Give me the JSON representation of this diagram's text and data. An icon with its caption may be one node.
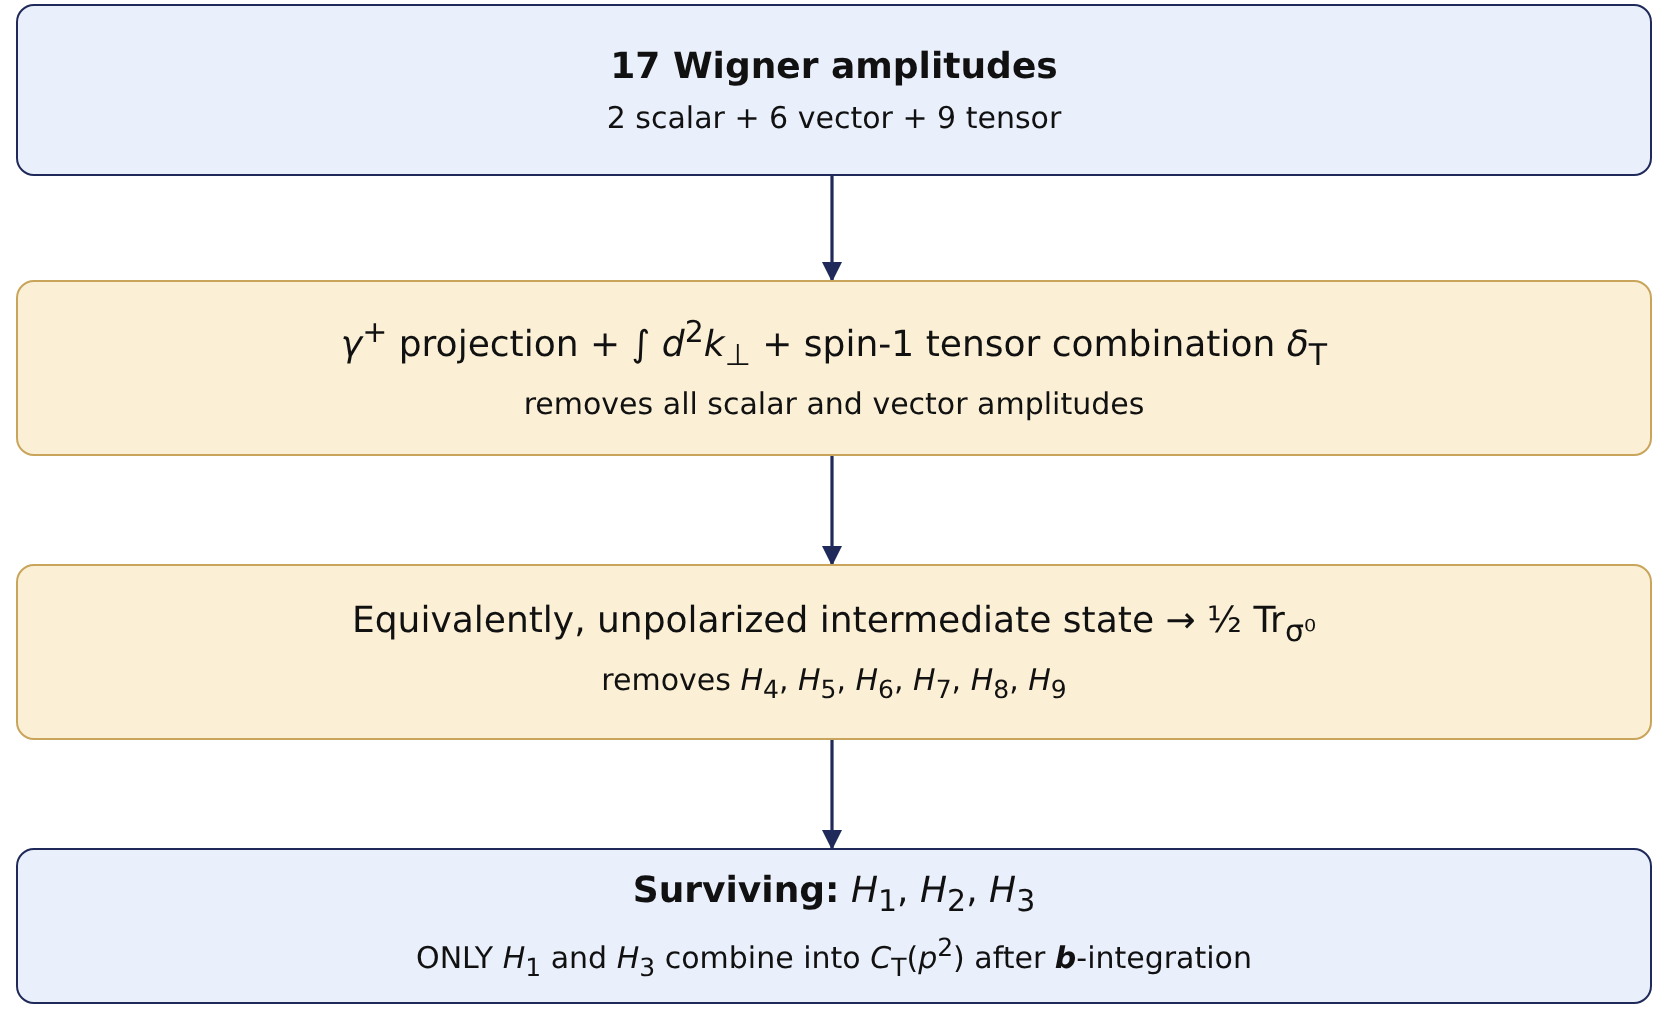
{
  "diagram": {
    "nodes": [
      {
        "text": [
          "17 Wigner amplitudes",
          "2 scalar + 6 vector + 9 tensor"
        ]
      },
      {
        "text": [
          "*γ*$^{+}$ projection + ∫ *d*$^{2}$*k*$_{⊥}$ + spin-1 tensor combination *δ*$_{T}$",
          "removes all scalar and vector amplitudes"
        ]
      },
      {
        "text": [
          "Equivalently, unpolarized intermediate state → ½ Tr$_{σ⁰}$",
          "removes *H*$_{4}$, *H*$_{5}$, *H*$_{6}$, *H*$_{7}$, *H*$_{8}$, *H*$_{9}$"
        ]
      },
      {
        "text": [
          "**Surviving:** *H*$_{1}$, *H*$_{2}$, *H*$_{3}$",
          "ONLY *H*$_{1}$ and *H*$_{3}$ combine into *C*$_{T}$(*p*$^{2}$) after **b**-integration"
        ]
      }
    ],
    "edges": [
      {
        "from": 0,
        "to": 1,
        "arrow": "to"
      },
      {
        "from": 1,
        "to": 2,
        "arrow": "to"
      },
      {
        "from": 2,
        "to": 3,
        "arrow": "to"
      }
    ]
  }
}
